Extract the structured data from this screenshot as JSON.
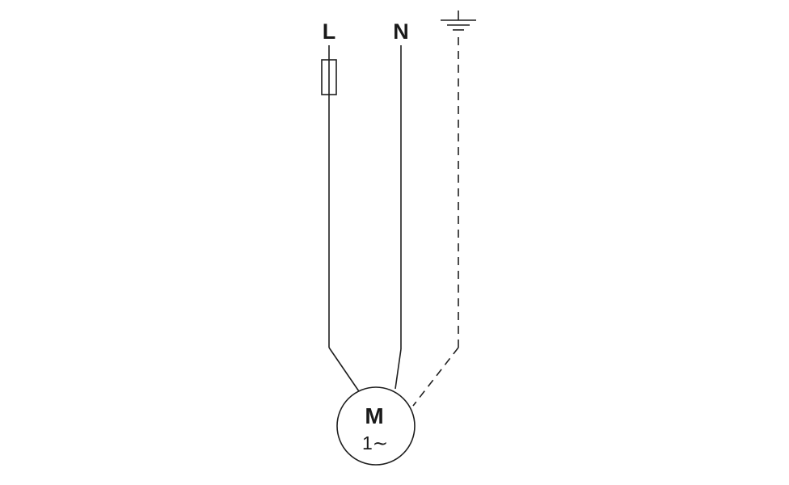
{
  "diagram": {
    "type": "single-phase-motor-wiring-diagram",
    "colors": {
      "line": "#1f1f1f",
      "background": "#ffffff"
    },
    "terminals": {
      "line_label": "L",
      "neutral_label": "N"
    },
    "symbols": {
      "fuse": "fuse-symbol",
      "earth": "earth-ground-symbol"
    },
    "motor": {
      "label": "M",
      "phase": "1∼"
    }
  }
}
